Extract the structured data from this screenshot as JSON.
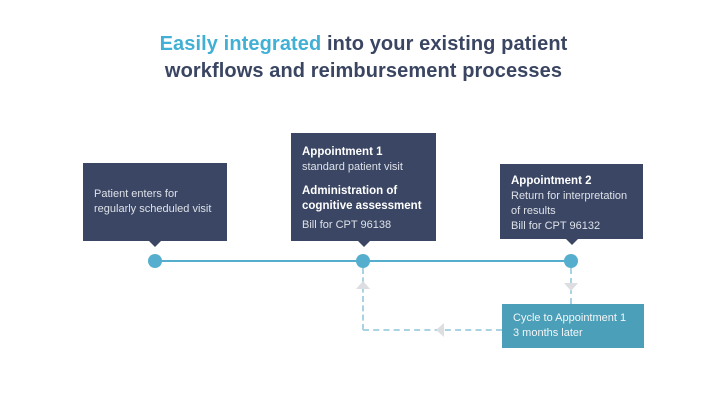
{
  "title": {
    "highlight": "Easily integrated",
    "line1_rest": " into your existing patient",
    "line2": "workflows and reimbursement processes"
  },
  "steps": [
    {
      "name": "patient-visit",
      "lines": [
        "Patient enters for",
        "regularly scheduled visit"
      ]
    },
    {
      "name": "appointment-1",
      "heading": "Appointment 1",
      "subheading": "standard patient visit",
      "action_line1": "Administration of",
      "action_line2": "cognitive assessment",
      "billing": "Bill for CPT 96138"
    },
    {
      "name": "appointment-2",
      "heading": "Appointment 2",
      "detail_line1": "Return for interpretation",
      "detail_line2": "of results",
      "billing": "Bill for CPT 96132"
    }
  ],
  "cycle_note": {
    "line1": "Cycle to Appointment 1",
    "line2": "3 months later"
  },
  "colors": {
    "navy_box": "#3a4663",
    "title_navy": "#3a4562",
    "teal_highlight": "#41b0d4",
    "timeline_teal": "#55aecd",
    "cycle_box_teal": "#4c9fb8",
    "dashed_connector": "#a9d3e3",
    "arrow_gray": "#dcdee2"
  }
}
